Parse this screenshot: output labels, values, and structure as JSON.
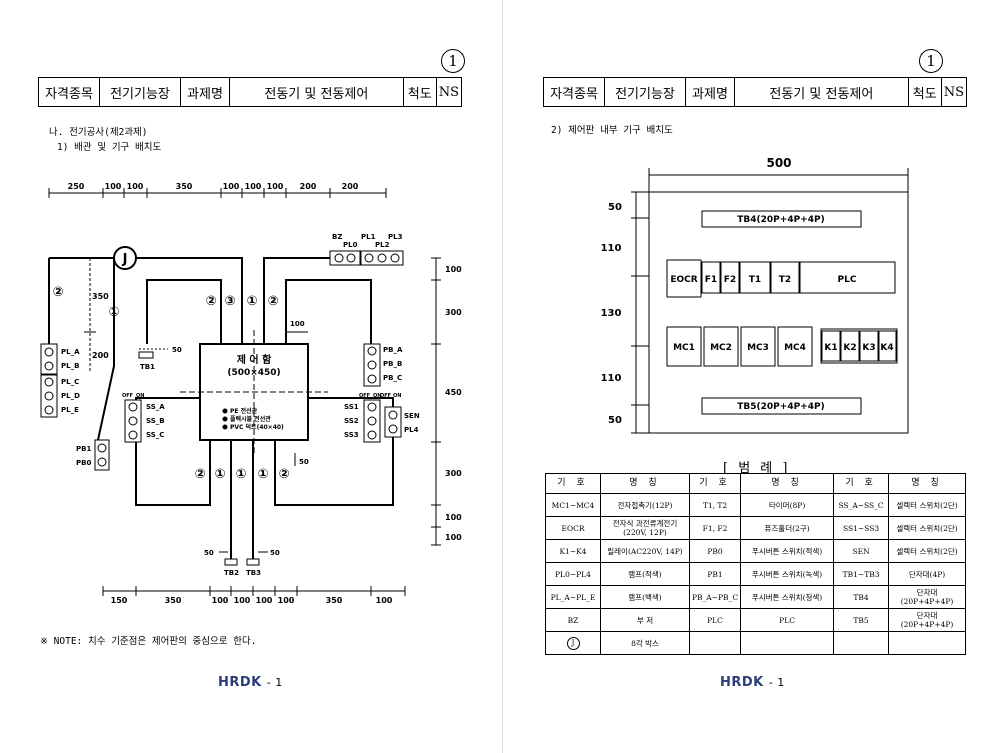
{
  "header": {
    "page_number": "1",
    "cells": [
      "자격종목",
      "전기기능장",
      "과제명",
      "전동기 및 전동제어",
      "척도",
      "NS"
    ]
  },
  "left": {
    "section_title": "나. 전기공사(제2과제)",
    "subsection_title": "1) 배관 및 기구 배치도",
    "top_dims": [
      "250",
      "100",
      "100",
      "350",
      "100",
      "100",
      "100",
      "200",
      "200"
    ],
    "bottom_dims": [
      "150",
      "350",
      "100",
      "100",
      "100",
      "100",
      "350",
      "100"
    ],
    "right_dims": [
      "100",
      "300",
      "450",
      "300",
      "100",
      "100"
    ],
    "left_dims": [
      "350",
      "200"
    ],
    "control_box": {
      "title": "제 어 함",
      "size": "(500×450)",
      "legend": [
        "PE 전선관",
        "플렉시블 전선관",
        "PVC 덕트(40×40)"
      ]
    },
    "labels": {
      "junction": "J",
      "bz": "BZ",
      "pl0": "PL0",
      "pl1": "PL1",
      "pl2": "PL2",
      "pl3": "PL3",
      "pla": "PL_A",
      "plb": "PL_B",
      "plc": "PL_C",
      "pld": "PL_D",
      "ple": "PL_E",
      "pba": "PB_A",
      "pbb": "PB_B",
      "pbc": "PB_C",
      "tb1": "TB1",
      "tb2": "TB2",
      "tb3": "TB3",
      "ssa": "SS_A",
      "ssb": "SS_B",
      "ssc": "SS_C",
      "ss1": "SS1",
      "ss2": "SS2",
      "ss3": "SS3",
      "sen": "SEN",
      "pl4": "PL4",
      "pb1": "PB1",
      "pb0": "PB0",
      "off": "OFF",
      "on": "ON",
      "d50": "50",
      "d100": "100"
    },
    "conduit_nums": {
      "one": "①",
      "two": "②",
      "three": "③"
    },
    "note": "※ NOTE: 치수 기준점은 제어판의 중심으로 한다.",
    "footer_logo": "HRDK",
    "footer_page": "- 1"
  },
  "right": {
    "section_title": "2) 제어판 내부 기구 배치도",
    "width_dim": "500",
    "height_dims": [
      "50",
      "110",
      "130",
      "110",
      "50"
    ],
    "tb4": "TB4(20P+4P+4P)",
    "tb5": "TB5(20P+4P+4P)",
    "row1": [
      "EOCR",
      "F1",
      "F2",
      "T1",
      "T2",
      "PLC"
    ],
    "row2": [
      "MC1",
      "MC2",
      "MC3",
      "MC4",
      "K1",
      "K2",
      "K3",
      "K4"
    ],
    "legend_title": "[ 범  례 ]",
    "legend_head": [
      "기 호",
      "명 칭",
      "기 호",
      "명 칭",
      "기 호",
      "명 칭"
    ],
    "legend_rows": [
      [
        "MC1~MC4",
        "전자접촉기(12P)",
        "T1, T2",
        "타이머(8P)",
        "SS_A~SS_C",
        "셀렉터 스위치(2단)"
      ],
      [
        "EOCR",
        "전자식 과전류계전기 (220V, 12P)",
        "F1, F2",
        "퓨즈홀더(2구)",
        "SS1~SS3",
        "셀렉터 스위치(2단)"
      ],
      [
        "K1~K4",
        "릴레이(AC220V, 14P)",
        "PB0",
        "푸시버튼 스위치(적색)",
        "SEN",
        "셀렉터 스위치(2단)"
      ],
      [
        "PL0~PL4",
        "램프(적색)",
        "PB1",
        "푸시버튼 스위치(녹색)",
        "TB1~TB3",
        "단자대(4P)"
      ],
      [
        "PL_A~PL_E",
        "램프(백색)",
        "PB_A~PB_C",
        "푸시버튼 스위치(청색)",
        "TB4",
        "단자대(20P+4P+4P)"
      ],
      [
        "BZ",
        "부 저",
        "PLC",
        "PLC",
        "TB5",
        "단자대(20P+4P+4P)"
      ],
      [
        "J",
        "8각 박스",
        "",
        "",
        "",
        ""
      ]
    ],
    "footer_logo": "HRDK",
    "footer_page": "- 1"
  }
}
